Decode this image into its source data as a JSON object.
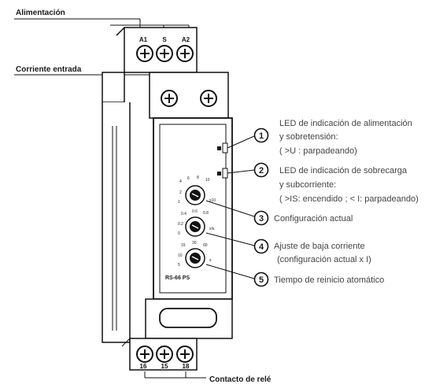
{
  "labels": {
    "power": "Alimentación",
    "input_current": "Corriente entrada",
    "relay_contact": "Contacto de relé",
    "model": "RS-66 PS"
  },
  "terminals_top": [
    "A1",
    "S",
    "A2"
  ],
  "terminals_bottom": [
    "16",
    "15",
    "18"
  ],
  "callouts": [
    {
      "num": "1",
      "lines": [
        "LED de indicación de alimentación",
        "y sobretensión:",
        "( >U : parpadeando)"
      ]
    },
    {
      "num": "2",
      "lines": [
        "LED de indicación de sobrecarga",
        "y subcorriente:",
        "( >IS: encendido ; < I: parpadeando)"
      ]
    },
    {
      "num": "3",
      "lines": [
        "Configuración actual"
      ]
    },
    {
      "num": "4",
      "lines": [
        "Ajuste de baja corriente",
        "(configuración actual x I)"
      ]
    },
    {
      "num": "5",
      "lines": [
        "Tiempo de reinicio atomático"
      ]
    }
  ]
}
